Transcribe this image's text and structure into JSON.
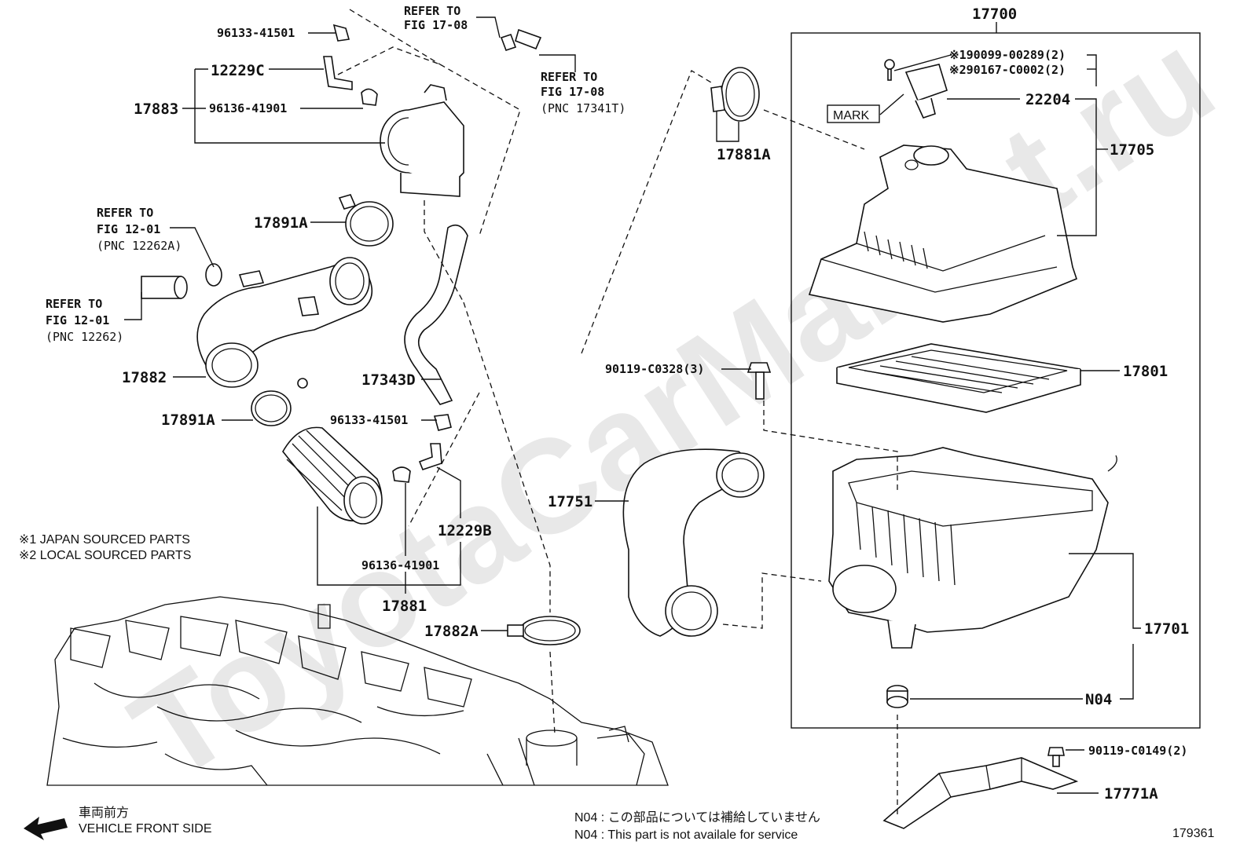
{
  "watermark": "ToyotaCarMarket.ru",
  "figure_number": "179361",
  "parts": {
    "p17700": "17700",
    "p17883": "17883",
    "p12229C": "12229C",
    "p96133_top": "96133-41501",
    "p96136_top": "96136-41901",
    "p17891A_top": "17891A",
    "p17882": "17882",
    "p17891A_mid": "17891A",
    "p17343D": "17343D",
    "p96133_mid": "96133-41501",
    "p12229B": "12229B",
    "p96136_mid": "96136-41901",
    "p17881": "17881",
    "p17882A": "17882A",
    "p17881A": "17881A",
    "p17751": "17751",
    "p90119_C0328": "90119-C0328(3)",
    "p190099": "※190099-00289(2)",
    "p290167": "※290167-C0002(2)",
    "p22204": "22204",
    "p17705": "17705",
    "p17801": "17801",
    "p17701": "17701",
    "pN04": "N04",
    "p90119_C0149": "90119-C0149(2)",
    "p17771A": "17771A"
  },
  "mark_label": "MARK",
  "refs": {
    "fig1708_a_line1": "REFER TO",
    "fig1708_a_line2": "FIG 17-08",
    "fig1708_b_line1": "REFER TO",
    "fig1708_b_line2": "FIG 17-08",
    "fig1708_b_line3": "(PNC 17341T)",
    "fig1201_a_line1": "REFER TO",
    "fig1201_a_line2": "FIG 12-01",
    "fig1201_a_line3": "(PNC 12262A)",
    "fig1201_b_line1": "REFER TO",
    "fig1201_b_line2": "FIG 12-01",
    "fig1201_b_line3": "(PNC 12262)"
  },
  "notes": {
    "source1": "※1 JAPAN SOURCED PARTS",
    "source2": "※2 LOCAL SOURCED PARTS",
    "front_jp": "車両前方",
    "front_en": "VEHICLE FRONT SIDE",
    "n04_jp": "N04 : この部品については補給していません",
    "n04_en": "N04 :  This part is not availale for service"
  }
}
